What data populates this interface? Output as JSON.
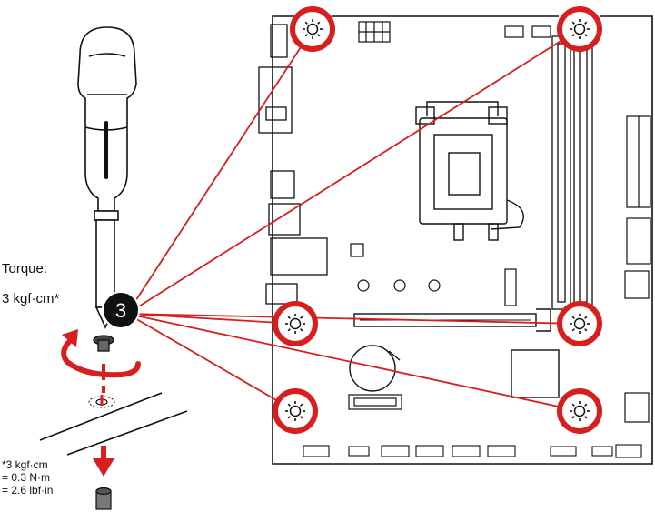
{
  "torque": {
    "heading": "Torque:",
    "value": "3 kgf·cm*"
  },
  "step": {
    "number": "3"
  },
  "footnote": {
    "line1": "*3 kgf·cm",
    "line2": "= 0.3 N·m",
    "line3": "= 2.6 lbf·in"
  },
  "colors": {
    "accent": "#d81e1e",
    "outline": "#111111",
    "hole_fill": "#ffffff",
    "step_badge": "#111111"
  },
  "icons": {
    "screwdriver": "screwdriver-icon",
    "rotation": "rotate-clockwise-icon",
    "screw": "screw-icon",
    "standoff": "standoff-icon",
    "mounting_hole": "mounting-hole-icon"
  },
  "mounting_holes_count": 6
}
